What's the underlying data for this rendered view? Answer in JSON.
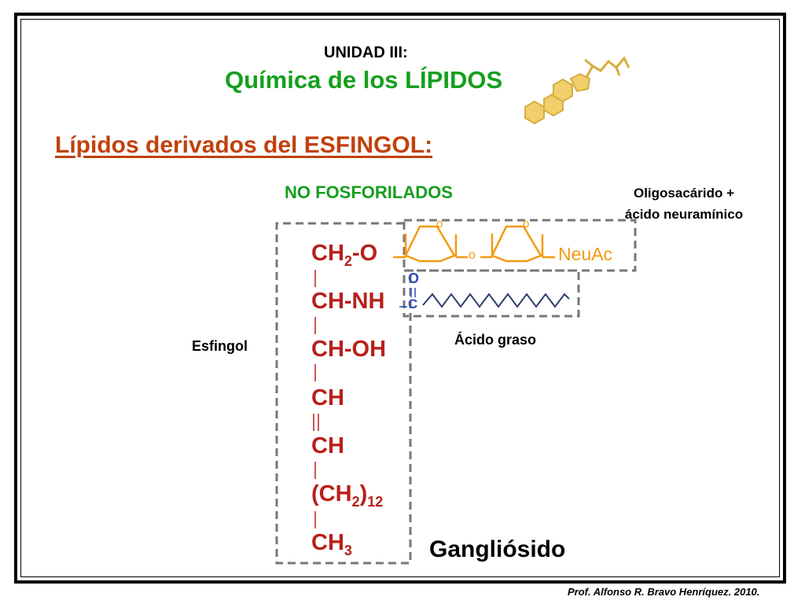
{
  "slide": {
    "unit": "UNIDAD III:",
    "title": "Química de los LÍPIDOS",
    "section_title": "Lípidos derivados del ESFINGOL:",
    "subtitle": "NO FOSFORILADOS",
    "oligo_label_line1": "Oligosacárido +",
    "oligo_label_line2": "ácido neuramínico",
    "esfingol_label": "Esfingol",
    "acid_label": "Ácido graso",
    "ganglioside_label": "Gangliósido",
    "credit": "Prof. Alfonso R. Bravo Henríquez. 2010."
  },
  "formula": {
    "ch2o_main": "CH",
    "ch2o_sub": "2",
    "ch2o_tail": "-O",
    "chnh": "CH-NH",
    "choh": "CH-OH",
    "ch1": "CH",
    "ch2": "CH",
    "chain_open": "(CH",
    "chain_sub": "2",
    "chain_close": ")",
    "chain_n": "12",
    "ch3_main": "CH",
    "ch3_sub": "3"
  },
  "sugar": {
    "ring_o": "o",
    "link_o": "o",
    "neuac": "NeuAc"
  },
  "acyl": {
    "o": "O",
    "c": "C"
  },
  "colors": {
    "title_green": "#159f1d",
    "section_orange": "#c2410c",
    "formula_red": "#b8201a",
    "sugar_orange": "#f39a10",
    "acyl_blue": "#2b4ab8"
  }
}
